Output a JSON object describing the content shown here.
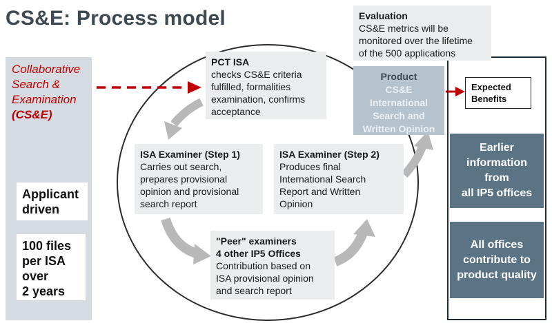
{
  "title": "CS&E: Process model",
  "left_panel": {
    "cse_line1": "Collaborative",
    "cse_line2": "Search &",
    "cse_line3": "Examination",
    "cse_line4": "(CS&E)",
    "applicant_line1": "Applicant",
    "applicant_line2": "driven",
    "files_line1": "100 files",
    "files_line2": "per ISA",
    "files_line3": "over",
    "files_line4": "2 years"
  },
  "pct_isa": {
    "heading": "PCT ISA",
    "line1": "checks CS&E criteria",
    "line2": "fulfilled, formalities",
    "line3": "examination, confirms",
    "line4": "acceptance"
  },
  "step1": {
    "heading": "ISA Examiner (Step 1)",
    "line1": "Carries out search,",
    "line2": "prepares provisional",
    "line3": "opinion and provisional",
    "line4": "search report"
  },
  "step2": {
    "heading": "ISA Examiner (Step 2)",
    "line1": "Produces final",
    "line2": "International Search",
    "line3": "Report and Written",
    "line4": "Opinion"
  },
  "peer": {
    "heading1": "\"Peer\" examiners",
    "heading2": "4 other IP5 Offices",
    "line1": "Contribution based on",
    "line2": "ISA provisional opinion",
    "line3": "and search report"
  },
  "evaluation": {
    "heading": "Evaluation",
    "line1": "CS&E metrics will be",
    "line2": "monitored over the lifetime",
    "line3": "of the 500 applications"
  },
  "product": {
    "label": "Product",
    "line1": "CS&E",
    "line2": "International",
    "line3": "Search and",
    "line4": "Written Opinion"
  },
  "expected": {
    "line1": "Expected",
    "line2": "Benefits"
  },
  "benefit1": {
    "line1": "Earlier",
    "line2": "information",
    "line3": "from",
    "line4": "all IP5 offices"
  },
  "benefit2": {
    "line1": "All offices",
    "line2": "contribute to",
    "line3": "product quality"
  },
  "colors": {
    "accent_red": "#c00000",
    "dark_blue_grey": "#5a7486",
    "panel_grey": "#d5dbe0",
    "box_grey": "#eaecee"
  }
}
